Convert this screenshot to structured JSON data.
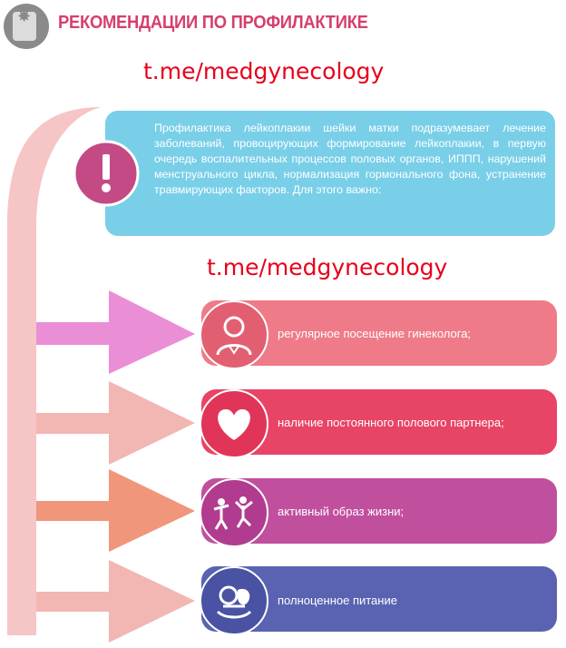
{
  "header": {
    "title": "РЕКОМЕНДАЦИИ ПО ПРОФИЛАКТИКЕ",
    "badge_icon": "alert-burst-icon"
  },
  "links": [
    "t.me/medgynecology",
    "t.me/medgynecology"
  ],
  "info": {
    "icon": "exclamation-icon",
    "text": "Профилактика лейкоплакии шейки матки подразумевает лечение заболеваний, провоцирующих формирование лейкоплакии, в первую очередь воспалительных процессов половых органов, ИППП, нарушений менструального цикла, нормализация гормонального фона, устранение травмирующих факторов. Для этого важно:"
  },
  "items": [
    {
      "label": "регулярное посещение гинеколога;",
      "icon": "doctor-icon",
      "color": "#ef7b88"
    },
    {
      "label": "наличие постоянного полового партнера;",
      "icon": "heart-icon",
      "color": "#e84465"
    },
    {
      "label": "активный образ жизни;",
      "icon": "exercise-icon",
      "color": "#c0509e"
    },
    {
      "label": "полноценное питание",
      "icon": "food-icon",
      "color": "#5a63b1"
    }
  ],
  "colors": {
    "title": "#d63f6b",
    "link": "#e8001a",
    "info_bg": "#79cfe8",
    "arrow_bracket": "#f6c5c6",
    "arrow_1": "#ea8ed6",
    "arrow_2": "#f2b6b3",
    "arrow_3": "#f0967a",
    "arrow_4": "#f2b6b3"
  }
}
